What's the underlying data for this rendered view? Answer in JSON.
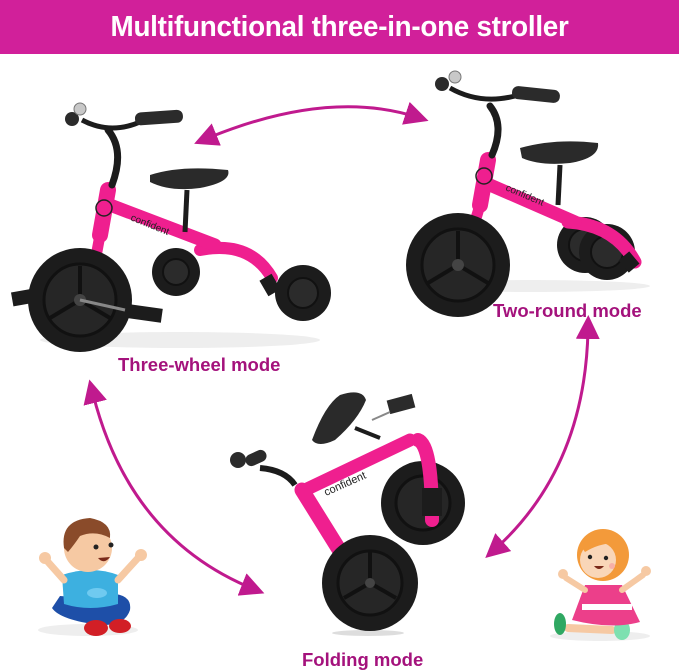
{
  "banner": {
    "title": "Multifunctional three-in-one stroller",
    "background_color": "#d1209a",
    "text_color": "#ffffff"
  },
  "modes": [
    {
      "id": "three-wheel",
      "label": "Three-wheel mode",
      "image": "pink-tricycle-three-wheels"
    },
    {
      "id": "two-round",
      "label": "Two-round mode",
      "image": "pink-balance-bike-two-wheels"
    },
    {
      "id": "folding",
      "label": "Folding mode",
      "image": "pink-bike-folded"
    }
  ],
  "bike_brand_text": "confident",
  "arrows": [
    {
      "from": "three-wheel",
      "to": "two-round",
      "style": "double-headed-curve"
    },
    {
      "from": "two-round",
      "to": "folding",
      "style": "double-headed-curve"
    },
    {
      "from": "three-wheel",
      "to": "folding",
      "style": "double-headed-curve"
    }
  ],
  "illustrations": [
    {
      "name": "cartoon-boy",
      "position": "bottom-left"
    },
    {
      "name": "cartoon-girl",
      "position": "bottom-right"
    }
  ],
  "colors": {
    "accent": "#d1209a",
    "label_text": "#a4127c",
    "arrow": "#c01a8e",
    "frame_pink": "#ef1f8f",
    "tire_black": "#1c1c1c"
  }
}
